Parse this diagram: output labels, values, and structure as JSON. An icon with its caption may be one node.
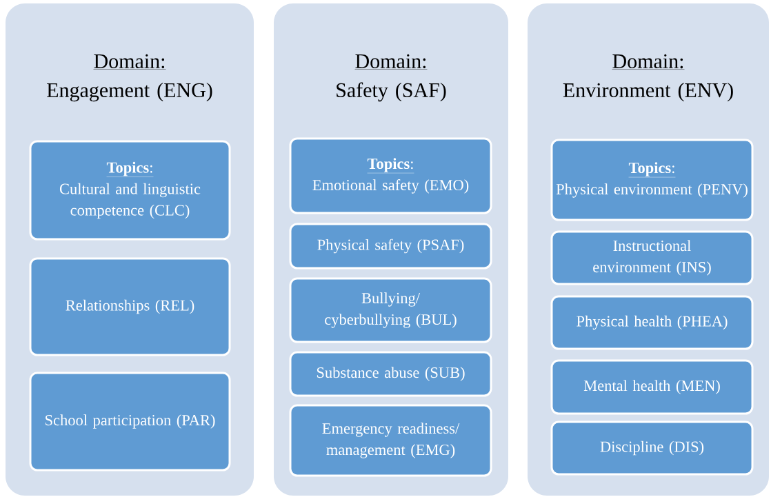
{
  "diagram": {
    "nodes": [
      {
        "text": [
          "Domain:",
          "Engagement (ENG)"
        ]
      },
      {
        "text": [
          "**Topics**:",
          "Cultural and linguistic competence (CLC)"
        ],
        "in": 0
      },
      {
        "text": [
          "Relationships (REL)"
        ],
        "in": 0
      },
      {
        "text": [
          "School participation (PAR)"
        ],
        "in": 0
      },
      {
        "text": [
          "Domain:",
          "Safety (SAF)"
        ]
      },
      {
        "text": [
          "**Topics**:",
          "Emotional safety (EMO)"
        ],
        "in": 4
      },
      {
        "text": [
          "Physical safety (PSAF)"
        ],
        "in": 4
      },
      {
        "text": [
          "Bullying/ cyberbullying (BUL)"
        ],
        "in": 4
      },
      {
        "text": [
          "Substance abuse (SUB)"
        ],
        "in": 4
      },
      {
        "text": [
          "Emergency readiness/ management (EMG)"
        ],
        "in": 4
      },
      {
        "text": [
          "Domain:",
          "Environment (ENV)"
        ]
      },
      {
        "text": [
          "**Topics**:",
          "Physical environment (PENV)"
        ],
        "in": 10
      },
      {
        "text": [
          "Instructional environment (INS)"
        ],
        "in": 10
      },
      {
        "text": [
          "Physical health (PHEA)"
        ],
        "in": 10
      },
      {
        "text": [
          "Mental health (MEN)"
        ],
        "in": 10
      },
      {
        "text": [
          "Discipline (DIS)"
        ],
        "in": 10
      }
    ]
  }
}
